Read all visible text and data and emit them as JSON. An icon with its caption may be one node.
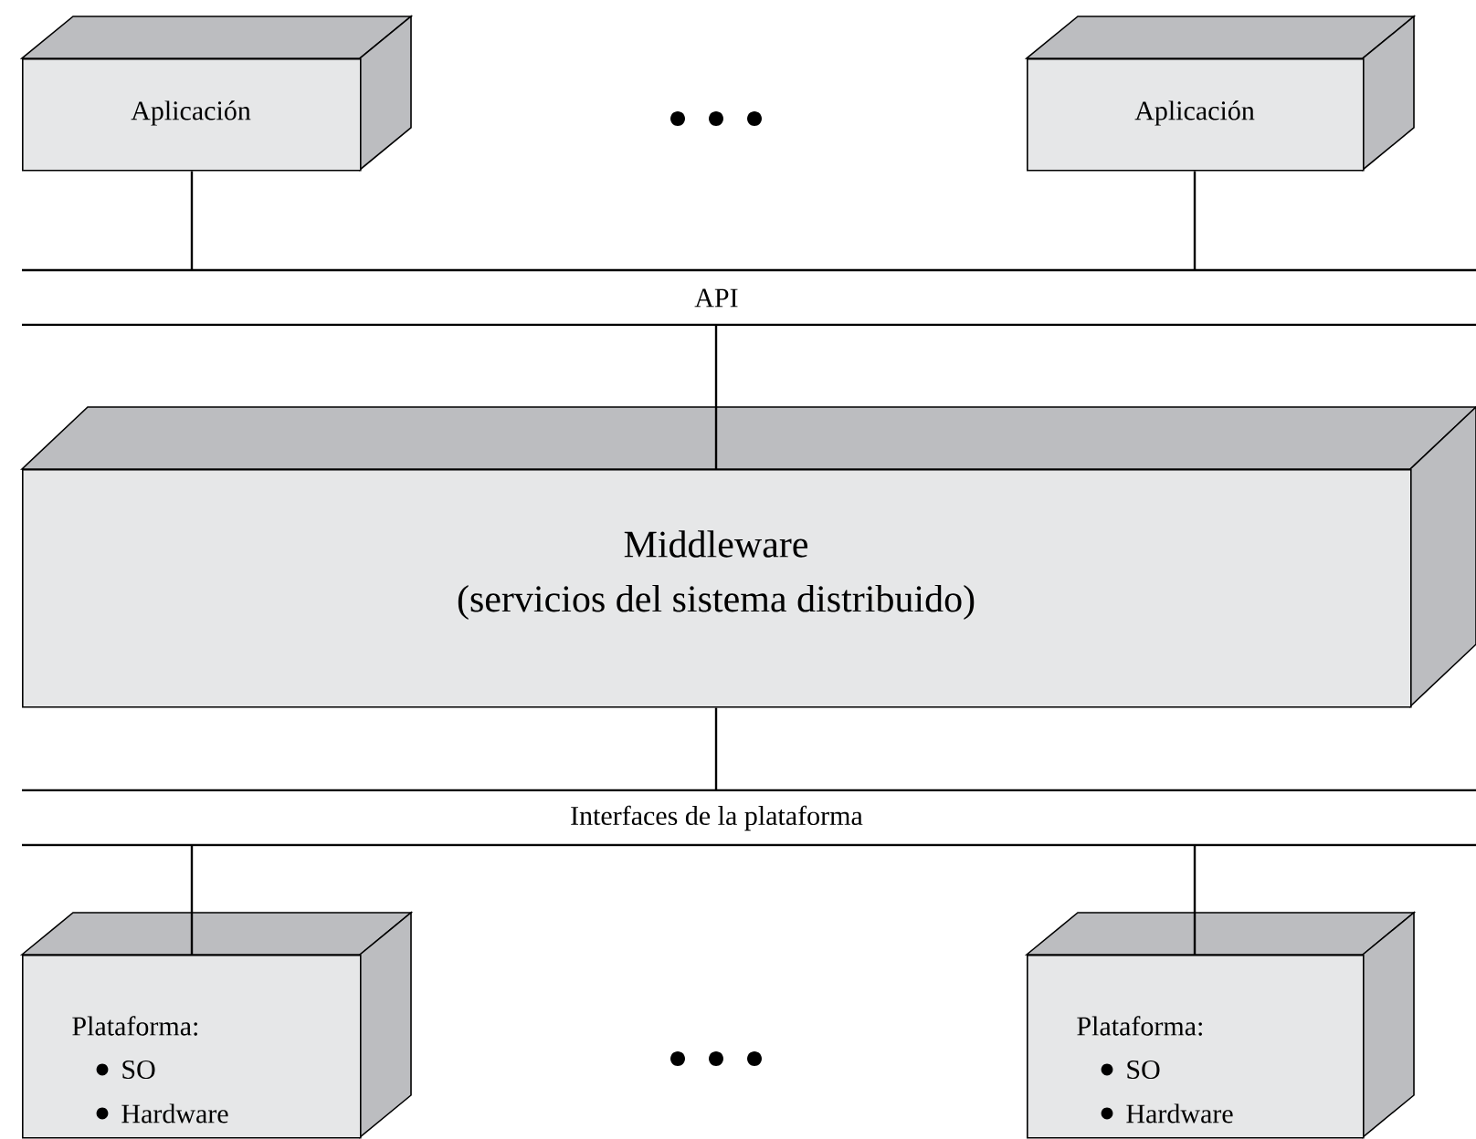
{
  "diagram": {
    "nodes": [
      {
        "text": [
          "Aplicación"
        ]
      },
      {
        "text": [
          "Aplicación"
        ]
      },
      {
        "text": [
          "API"
        ]
      },
      {
        "text": [
          "Middleware",
          "(servicios del sistema distribuido)"
        ]
      },
      {
        "text": [
          "Interfaces de la plataforma"
        ]
      },
      {
        "text": [
          "Plataforma:",
          "SO",
          "Hardware"
        ]
      },
      {
        "text": [
          "Plataforma:",
          "SO",
          "Hardware"
        ]
      }
    ],
    "edges": [
      {
        "from": 0,
        "to": 2,
        "arrow": "none"
      },
      {
        "from": 1,
        "to": 2,
        "arrow": "none"
      },
      {
        "from": 2,
        "to": 3,
        "arrow": "none"
      },
      {
        "from": 3,
        "to": 4,
        "arrow": "none"
      },
      {
        "from": 4,
        "to": 5,
        "arrow": "none"
      },
      {
        "from": 4,
        "to": 6,
        "arrow": "none"
      }
    ]
  }
}
